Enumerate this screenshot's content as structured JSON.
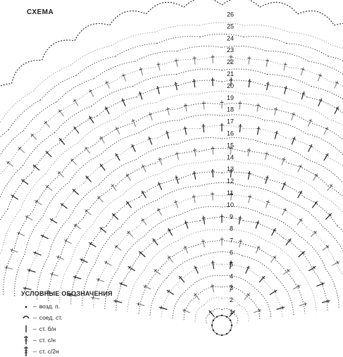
{
  "title": "СХЕМА",
  "row_numbers": [
    "1",
    "2",
    "3",
    "4",
    "5",
    "6",
    "7",
    "8",
    "9",
    "10",
    "11",
    "12",
    "13",
    "14",
    "15",
    "16",
    "17",
    "18",
    "19",
    "20",
    "21",
    "22",
    "23",
    "24",
    "25",
    "26"
  ],
  "legend": {
    "title": "УСЛОВНЫЕ ОБОЗНАЧЕНИЯ",
    "items": [
      {
        "symbol": "chain-dot",
        "label": "возд. п."
      },
      {
        "symbol": "slip-stitch",
        "label": "соед. ст."
      },
      {
        "symbol": "single-crochet",
        "label": "ст. б/н"
      },
      {
        "symbol": "double-crochet",
        "label": "ст. с/н"
      },
      {
        "symbol": "treble-crochet",
        "label": "ст. с/2н"
      }
    ]
  },
  "colors": {
    "ink": "#222222",
    "gray": "#8a8a8a",
    "paper": "#ffffff"
  }
}
